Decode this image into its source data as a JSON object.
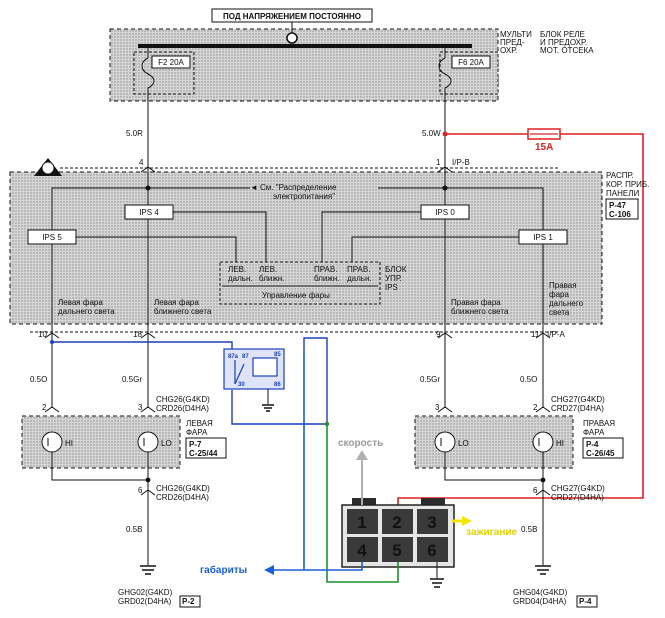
{
  "top_label": "ПОД НАПРЯЖЕНИЕМ ПОСТОЯННО",
  "relay_box": {
    "label_lines": [
      "БЛОК РЕЛЕ",
      "И ПРЕДОХР.",
      "МОТ. ОТСЕКА"
    ],
    "mini_lines": [
      "МУЛЬТИ",
      "ПРЕД-",
      "ОХР."
    ],
    "fuse_left": "F2 20A",
    "fuse_right": "F6 20A"
  },
  "wires_top": {
    "left": "5.0R",
    "right": "5.0W"
  },
  "added_fuse": {
    "label": "15A",
    "color": "#e02020"
  },
  "pins_top": {
    "left": "4",
    "right": "1",
    "connector": "I/P-B"
  },
  "panel": {
    "label_lines": [
      "РАСПР.",
      "КОР. ПРИБ.",
      "ПАНЕЛИ"
    ],
    "ref_lines": [
      "P-47",
      "C-106"
    ],
    "see_note": [
      "См. \"Распределение",
      "электропитания\""
    ],
    "ips": [
      "IPS 5",
      "IPS 4",
      "IPS 0",
      "IPS 1"
    ],
    "switch_labels": [
      "ЛЕВ.",
      "дальн.",
      "ЛЕВ.",
      "ближн.",
      "ПРАВ.",
      "ближн.",
      "ПРАВ.",
      "дальн."
    ],
    "control_label": "Управление фары",
    "block_lines": [
      "БЛОК",
      "УПР.",
      "IPS"
    ],
    "outputs": [
      [
        "Левая фара",
        "дальнего света"
      ],
      [
        "Левая фара",
        "ближнего света"
      ],
      [
        "Правая фара",
        "ближнего света"
      ],
      [
        "Правая",
        "фара",
        "дальнего",
        "света"
      ]
    ]
  },
  "pins_bottom": [
    "10",
    "18",
    "9",
    "11"
  ],
  "connector_bottom": "I/P-A",
  "wire_colors_mid": [
    "0.5O",
    "0.5Gr",
    "0.5Gr",
    "0.5O"
  ],
  "pins_lamp_top": [
    "2",
    "3",
    "3",
    "2"
  ],
  "left_connector": [
    "CHG26(G4KD)",
    "CRD26(D4HA)"
  ],
  "right_connector": [
    "CHG27(G4KD)",
    "CRD27(D4HA)"
  ],
  "relay": {
    "pins": [
      "87a",
      "87",
      "30",
      "85",
      "86"
    ]
  },
  "left_lamp": {
    "label_lines": [
      "ЛЕВАЯ",
      "ФАРА"
    ],
    "ref_lines": [
      "P-7",
      "C-25/44"
    ],
    "bulbs": [
      "HI",
      "LO"
    ]
  },
  "right_lamp": {
    "label_lines": [
      "ПРАВАЯ",
      "ФАРА"
    ],
    "ref_lines": [
      "P-4",
      "C-26/45"
    ],
    "bulbs": [
      "LO",
      "HI"
    ]
  },
  "pin_lamp_bottom": "6",
  "wire_bottom": "0.5B",
  "grounds": {
    "left": [
      "GHG02(G4KD)",
      "GRD02(D4HA)"
    ],
    "left_ref": "P-2",
    "right": [
      "GHG04(G4KD)",
      "GRD04(D4HA)"
    ],
    "right_ref": "P-4"
  },
  "module": {
    "cells": [
      "1",
      "2",
      "3",
      "4",
      "5",
      "6"
    ]
  },
  "callouts": {
    "speed": "скорость",
    "ignition": "зажигание",
    "parking": "габариты"
  },
  "colors": {
    "added_power": "#e02020",
    "parking_wire": "#1a5fd6",
    "relay_wire": "#1a3fbf",
    "ground_wire": "#1f8f2f",
    "ignition_arrow": "#f2e600",
    "speed_arrow": "#b0b0b0",
    "module_cell": "#3a3a3a",
    "box_fill": "#cfcfcf"
  }
}
